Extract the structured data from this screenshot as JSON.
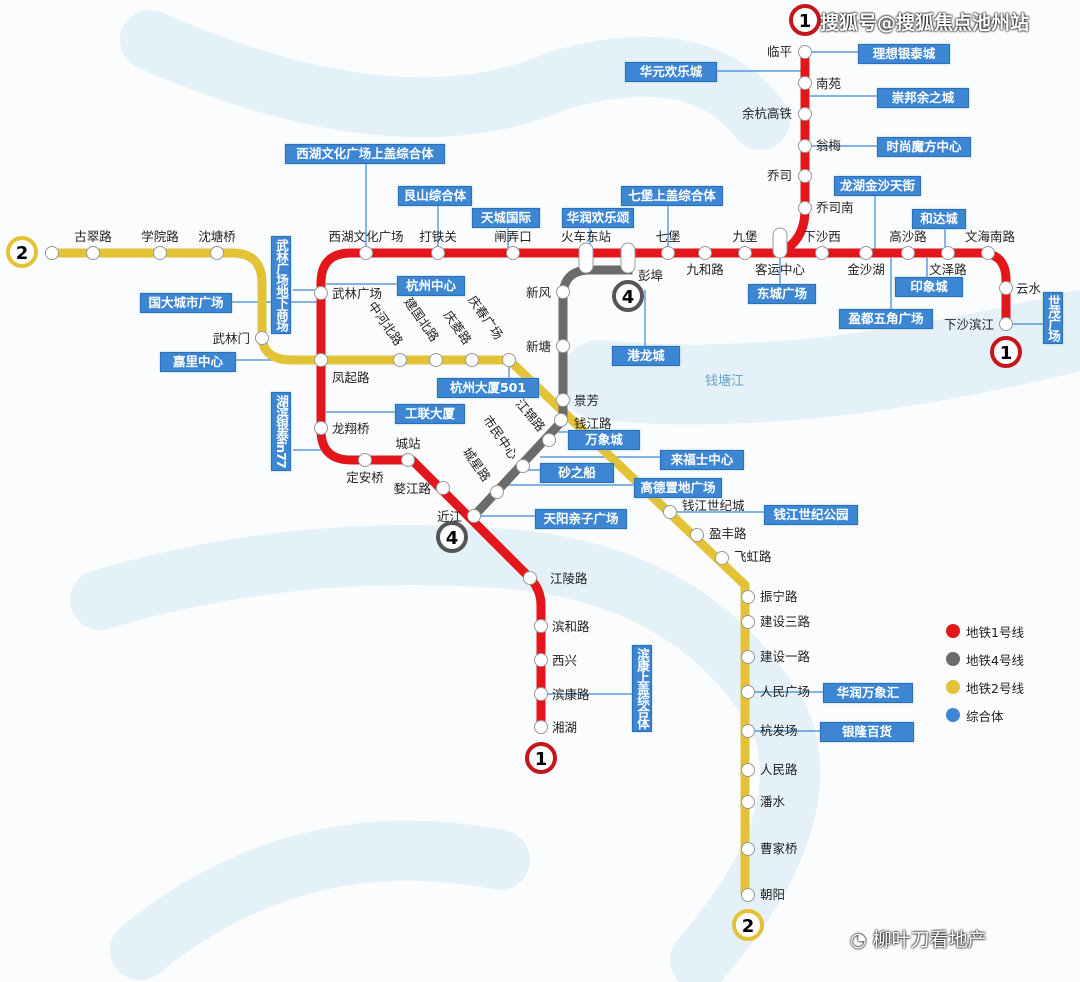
{
  "watermark_top": "搜狐号@搜狐焦点池州站",
  "watermark_bottom": "柳叶刀看地产",
  "river": "钱塘江",
  "badges": {
    "line1": "1",
    "line2": "2",
    "line4": "4"
  },
  "colors": {
    "line1": "#e3161b",
    "line2": "#e3c235",
    "line4": "#6b6b6b",
    "complex": "#3c86d3"
  },
  "line1": {
    "stations": [
      "临平",
      "南苑",
      "余杭高铁",
      "翁梅",
      "乔司",
      "乔司南",
      "客运中心",
      "下沙西",
      "金沙湖",
      "高沙路",
      "文泽路",
      "文海南路",
      "云水",
      "下沙滨江",
      "九堡",
      "九和路",
      "七堡",
      "彭埠",
      "火车东站",
      "闸弄口",
      "打铁关",
      "西湖文化广场",
      "武林广场",
      "凤起路",
      "龙翔桥",
      "定安桥",
      "城站",
      "婺江路",
      "近江",
      "江陵路",
      "滨和路",
      "西兴",
      "滨康路",
      "湘湖"
    ]
  },
  "line2": {
    "stations": [
      "古翠路",
      "学院路",
      "沈塘桥",
      "武林门",
      "中河北路",
      "建国北路",
      "庆菱路",
      "庆春广场",
      "钱江世纪城",
      "盈丰路",
      "飞虹路",
      "振宁路",
      "建设三路",
      "建设一路",
      "人民广场",
      "杭发场",
      "人民路",
      "潘水",
      "曹家桥",
      "朝阳"
    ]
  },
  "line4": {
    "stations": [
      "新风",
      "新塘",
      "景芳",
      "钱江路",
      "江锦路",
      "市民中心",
      "城星路"
    ]
  },
  "complexes": [
    "理想银泰城",
    "华元欢乐城",
    "崇邦余之城",
    "时尚魔方中心",
    "西湖文化广场上盖综合体",
    "艮山综合体",
    "天城国际",
    "华润欢乐颂",
    "七堡上盖综合体",
    "龙湖金沙天街",
    "和达城",
    "东城广场",
    "印象城",
    "盈都五角广场",
    "世茂广场",
    "港龙城",
    "武林广场地下商场",
    "杭州中心",
    "国大城市广场",
    "嘉里中心",
    "杭州大厦501",
    "工联大厦",
    "湖滨银泰in77",
    "万象城",
    "来福士中心",
    "砂之船",
    "高德置地广场",
    "天阳亲子广场",
    "钱江世纪公园",
    "滨康上盖综合体",
    "华润万象汇",
    "银隆百货"
  ],
  "legend": [
    {
      "label": "地铁1号线",
      "color": "#e3161b"
    },
    {
      "label": "地铁4号线",
      "color": "#6b6b6b"
    },
    {
      "label": "地铁2号线",
      "color": "#e3c235"
    },
    {
      "label": "综合体",
      "color": "#3c86d3"
    }
  ]
}
